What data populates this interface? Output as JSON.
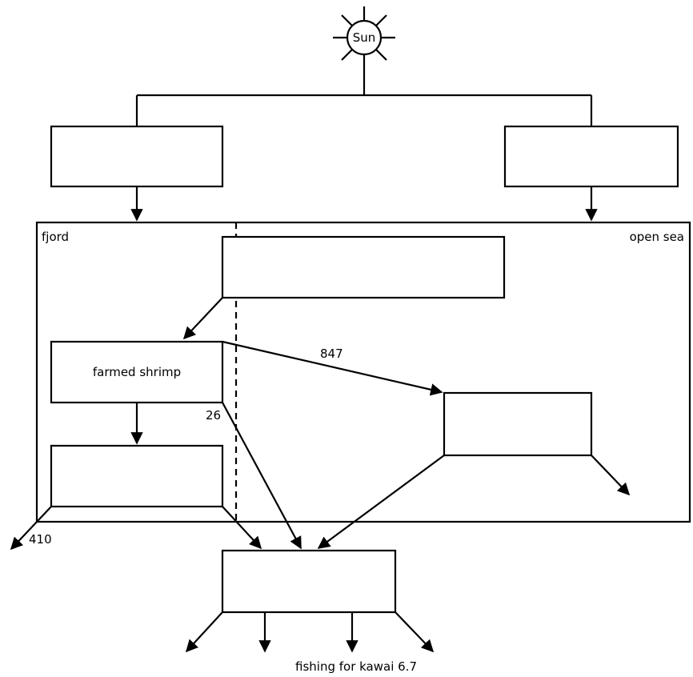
{
  "sun": {
    "label": "Sun",
    "icon": "sun-icon"
  },
  "regions": {
    "left": "fjord",
    "right": "open sea"
  },
  "nodes": {
    "top_left": "",
    "top_right": "",
    "upper_center": "",
    "farmed_shrimp": "farmed shrimp",
    "lower_left": "",
    "right_mid": "",
    "bottom_center": ""
  },
  "flows": {
    "shrimp_to_right": "847",
    "shrimp_to_bottom": "26",
    "lower_left_out": "410",
    "bottom_out": "fishing for kawai 6.7"
  }
}
